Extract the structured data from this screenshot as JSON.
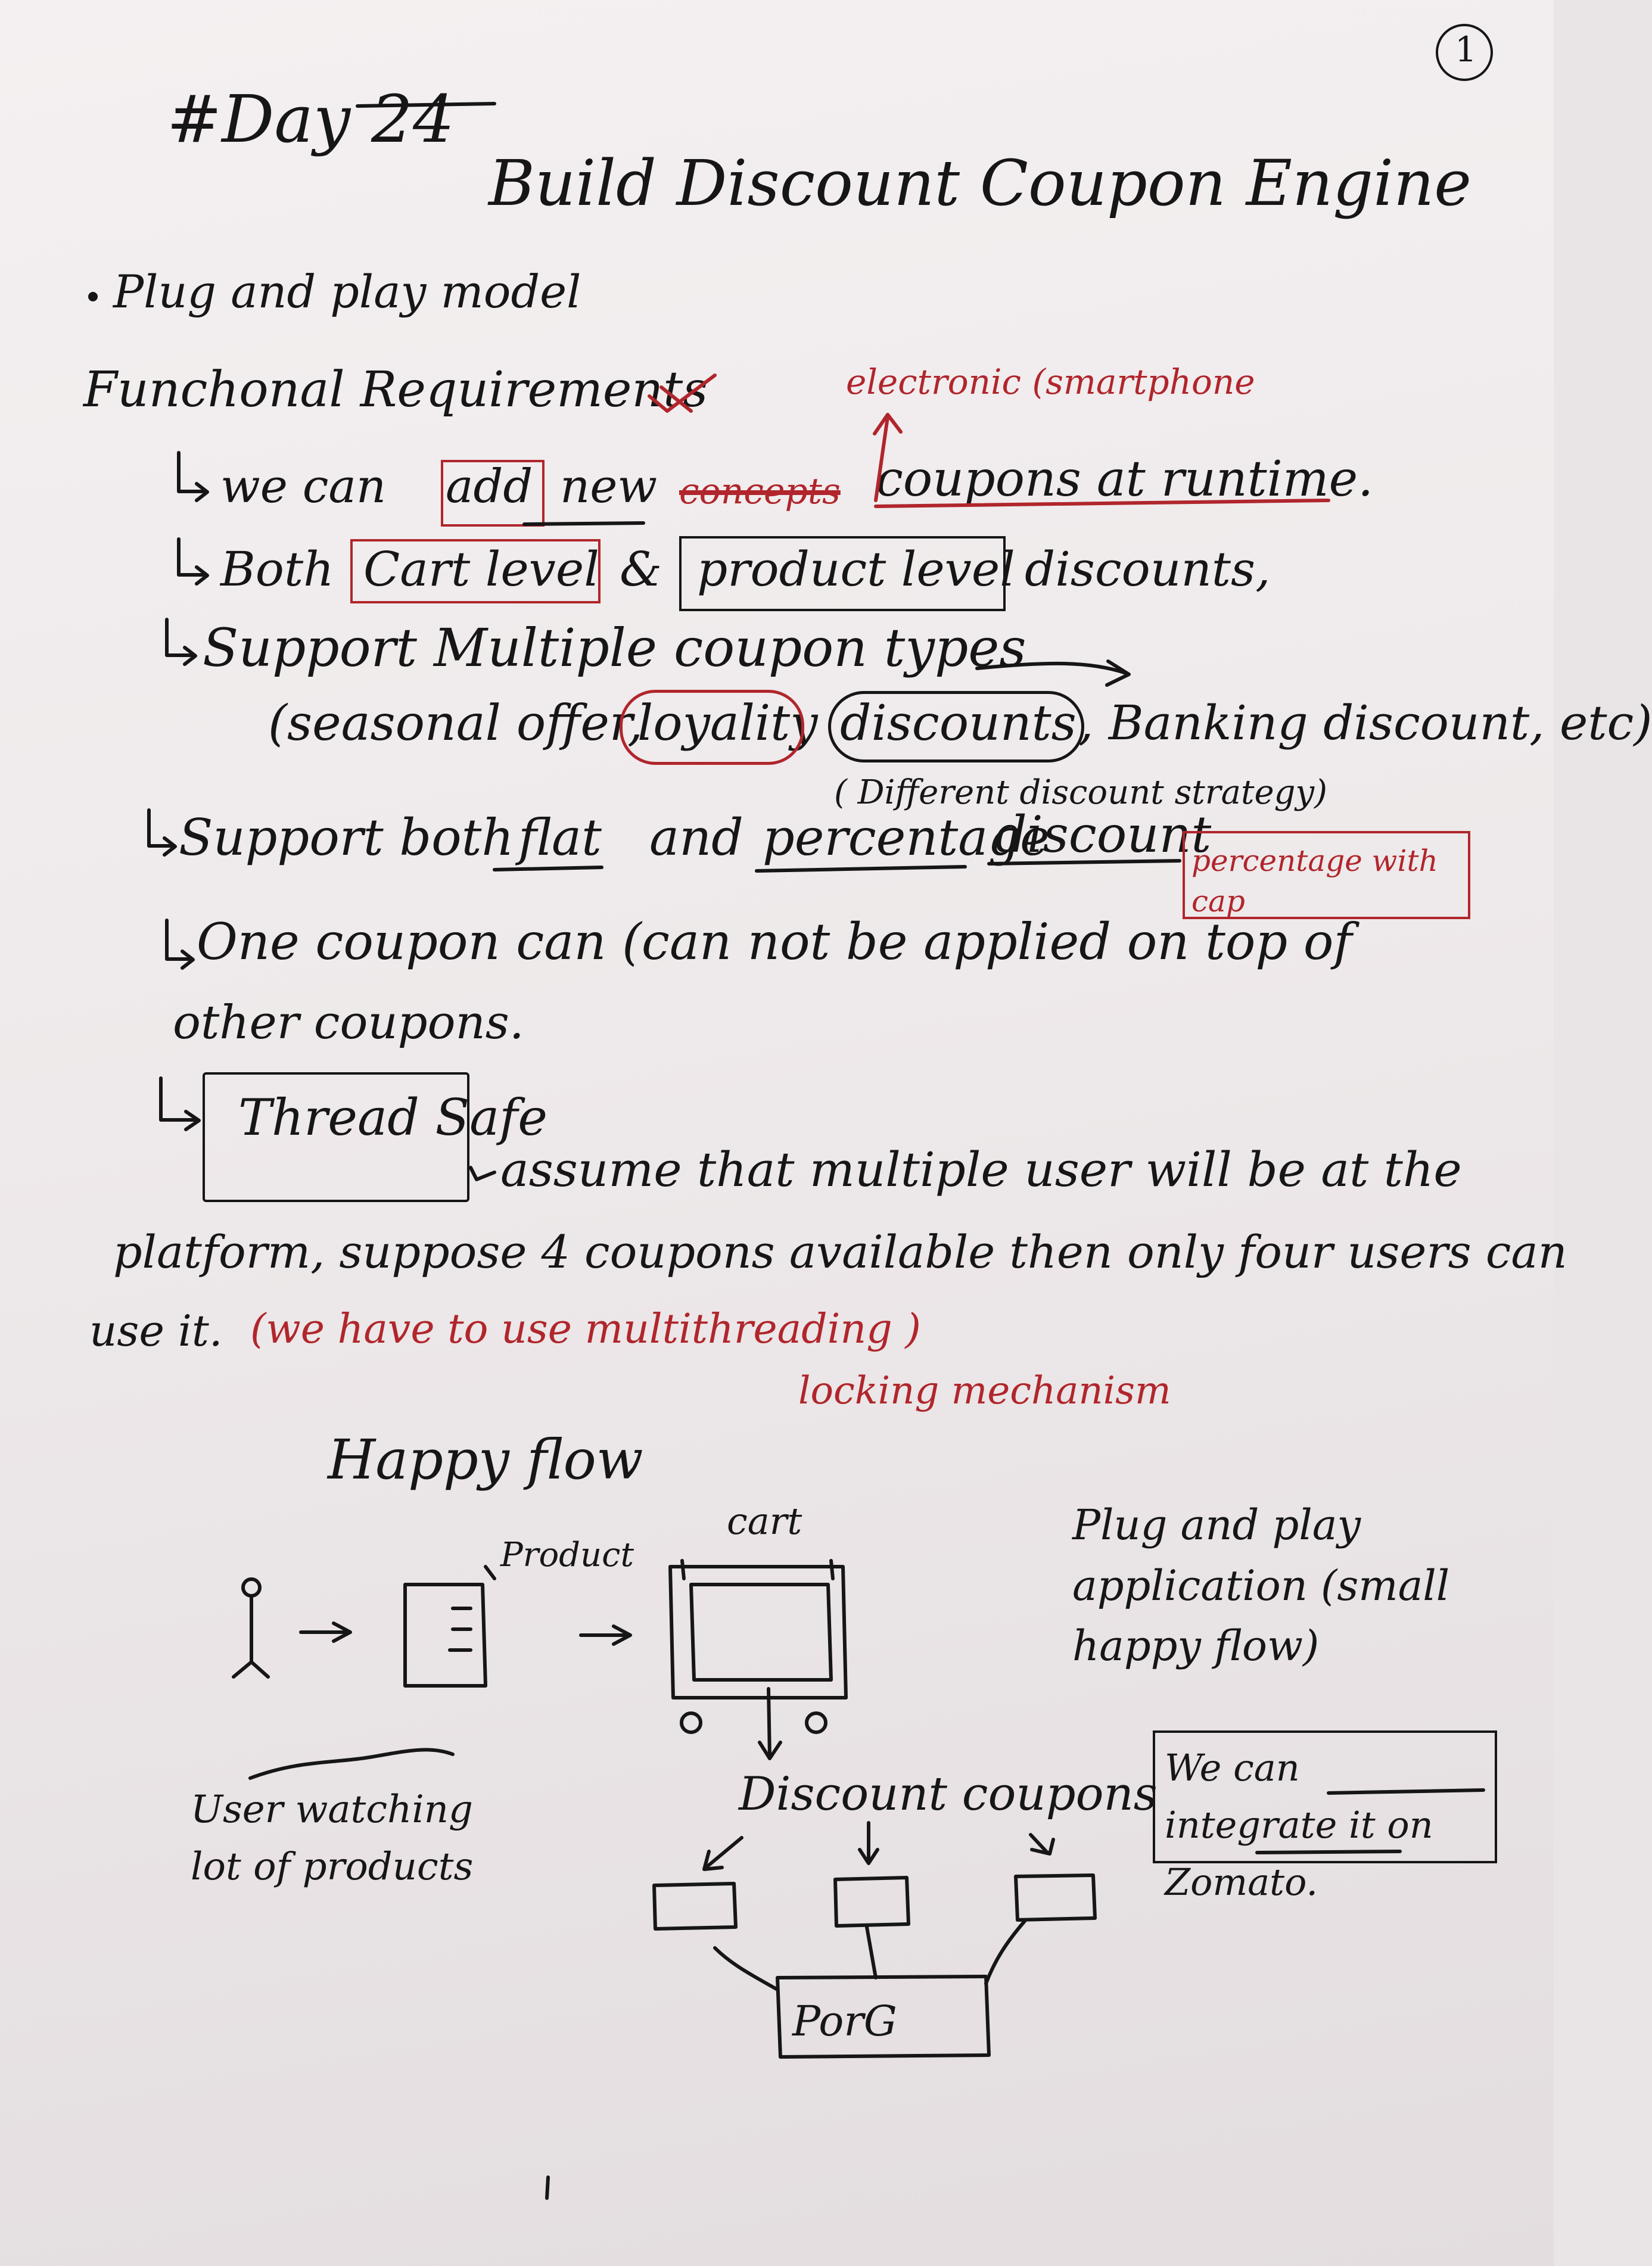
{
  "page_number": "1",
  "day_label": "#Day 24",
  "title": "Build Discount Coupon Engine",
  "bullet_model": "Plug and play model",
  "section_heading": "Funchonal Requirements",
  "annotation_electronic": "electronic (smartphone",
  "requirements": {
    "line1_prefix": "we can",
    "line1_add": "add",
    "line1_new": "new",
    "line1_struck": "concepts",
    "line1_rest": "coupons at runtime.",
    "line2_prefix": "Both",
    "line2_cart": "Cart level",
    "line2_amp": "&",
    "line2_product": "product level",
    "line2_suffix": "discounts,",
    "line3": "Support Multiple coupon types",
    "line4_open": "(seasonal offer,",
    "line4_loyalty": "loyality",
    "line4_discount": "discounts",
    "line4_banking": ", Banking discount, etc)",
    "line4_note": "( Different discount strategy)",
    "line5_prefix": "Support both",
    "line5_flat": "flat",
    "line5_and": "and",
    "line5_percentage": "percentage",
    "line5_discount": "discount",
    "line5_box": "percentage with cap",
    "line6": "One coupon can (can not be applied on top of",
    "line6b": "other coupons.",
    "thread_safe": "Thread Safe",
    "assume_line": "assume that multiple user will be at the",
    "platform_line": "platform, suppose 4 coupons available then only four users can",
    "use_it": "use it.",
    "use_it_note": "(we have to use multithreading )",
    "locking_note": "locking mechanism"
  },
  "diagram": {
    "heading": "Happy flow",
    "product_label": "Product",
    "cart_label": "cart",
    "user_caption": "User watching lot of products",
    "discount_label": "Discount coupons",
    "porg_label": "PorG",
    "plug_note": "Plug and play application (small happy flow)",
    "zomato_note": "We can integrate it on Zomato."
  }
}
